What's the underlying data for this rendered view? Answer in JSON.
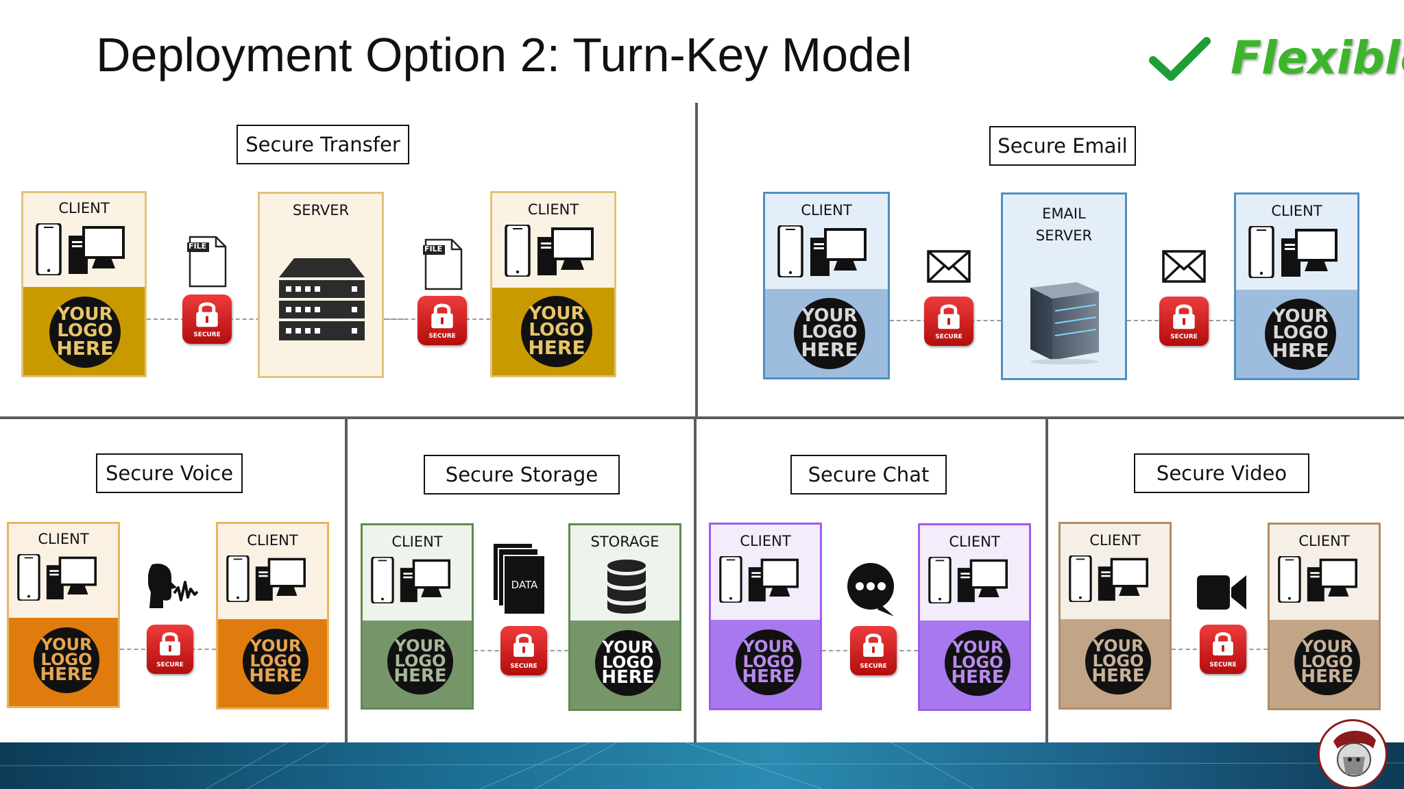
{
  "header": {
    "title": "Deployment Option 2: Turn-Key Model",
    "flexible_label": "Flexible",
    "flexible_color": "#3cb52b"
  },
  "sections": {
    "transfer": {
      "title": "Secure Transfer",
      "client_left": "CLIENT",
      "server": "SERVER",
      "client_right": "CLIENT"
    },
    "email": {
      "title": "Secure Email",
      "client_left": "CLIENT",
      "server_line1": "EMAIL",
      "server_line2": "SERVER",
      "client_right": "CLIENT"
    },
    "voice": {
      "title": "Secure Voice",
      "client_left": "CLIENT",
      "client_right": "CLIENT"
    },
    "storage": {
      "title": "Secure Storage",
      "client_left": "CLIENT",
      "storage": "STORAGE",
      "data_icon_label": "DATA"
    },
    "chat": {
      "title": "Secure Chat",
      "client_left": "CLIENT",
      "client_right": "CLIENT"
    },
    "video": {
      "title": "Secure Video",
      "client_left": "CLIENT",
      "client_right": "CLIENT"
    }
  },
  "logo": {
    "line1": "YOUR",
    "line2": "LOGO",
    "line3": "HERE"
  },
  "secure_badge": "SECURE",
  "file_icon_label": "FILE",
  "colors": {
    "gold": "#c99a00",
    "blue": "#9dbcde",
    "orange": "#e07c0d",
    "green": "#76966a",
    "purple": "#a879ee",
    "tan": "#c2a587",
    "secure_red": "#d81f1f"
  }
}
